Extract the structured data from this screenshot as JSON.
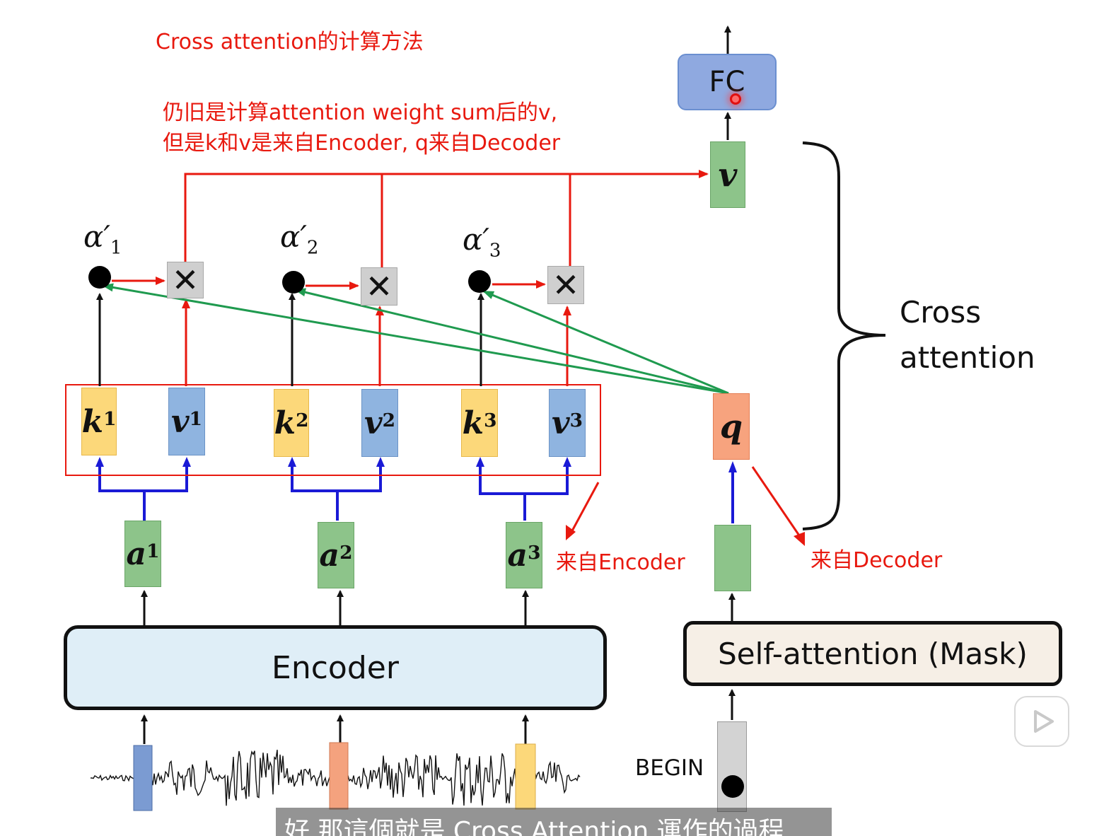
{
  "annotations": {
    "title": "Cross attention的计算方法",
    "explanation_line1": "仍旧是计算attention weight sum后的v,",
    "explanation_line2": "但是k和v是来自Encoder, q来自Decoder",
    "from_encoder": "来自Encoder",
    "from_decoder": "来自Decoder"
  },
  "encoder": {
    "label": "Encoder",
    "inputs": [
      {
        "label": "a",
        "index": "1",
        "key": "k",
        "value": "v",
        "key_index": "1",
        "value_index": "1",
        "alpha": "α′",
        "alpha_index": "1"
      },
      {
        "label": "a",
        "index": "2",
        "key": "k",
        "value": "v",
        "key_index": "2",
        "value_index": "2",
        "alpha": "α′",
        "alpha_index": "2"
      },
      {
        "label": "a",
        "index": "3",
        "key": "k",
        "value": "v",
        "key_index": "3",
        "value_index": "3",
        "alpha": "α′",
        "alpha_index": "3"
      }
    ],
    "input_colors": [
      "#7b9bd2",
      "#f4a27e",
      "#fcd87a"
    ]
  },
  "decoder": {
    "self_attention_label": "Self-attention (Mask)",
    "begin_label": "BEGIN",
    "query_label": "q",
    "output_label": "v",
    "fc_label": "FC"
  },
  "cross_attention": {
    "label_line1": "Cross",
    "label_line2": "attention"
  },
  "multiply_symbol": "✕",
  "subtitle": "好 那這個就是 Cross Attention 運作的過程",
  "colors": {
    "red_flow": "#e8190f",
    "green_flow": "#1f9a4f",
    "blue_flow": "#1a1ad6",
    "key": "#fcd87a",
    "value": "#8fb4e0",
    "hidden": "#8dc48a",
    "query": "#f7a37e",
    "fc": "#8fa9e0"
  },
  "icons": {
    "play": "play-icon"
  }
}
